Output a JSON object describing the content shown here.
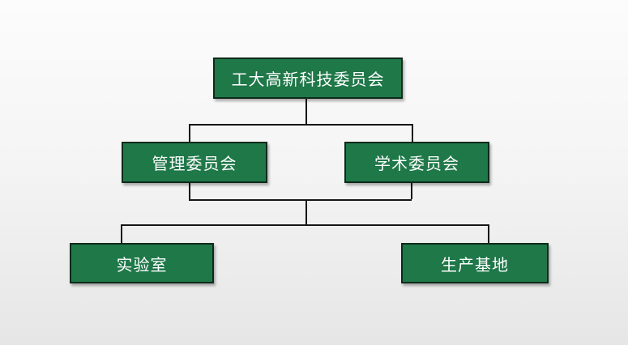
{
  "diagram": {
    "type": "org-chart",
    "nodes": [
      {
        "id": "root",
        "level": 1,
        "label": "工大高新科技委员会"
      },
      {
        "id": "management",
        "level": 2,
        "label": "管理委员会"
      },
      {
        "id": "academic",
        "level": 2,
        "label": "学术委员会"
      },
      {
        "id": "laboratory",
        "level": 3,
        "label": "实验室"
      },
      {
        "id": "production-base",
        "level": 3,
        "label": "生产基地"
      }
    ],
    "edges": [
      {
        "from": "root",
        "to": "management"
      },
      {
        "from": "root",
        "to": "academic"
      },
      {
        "from": [
          "management",
          "academic"
        ],
        "to": [
          "laboratory",
          "production-base"
        ],
        "type": "merged"
      }
    ],
    "colors": {
      "node_fill": "#1e7848",
      "node_border": "#0f2a1b",
      "node_text": "#ffffff",
      "connector": "#161616",
      "background_top": "#fcfcfc",
      "background_bottom": "#e6e6e6"
    }
  }
}
